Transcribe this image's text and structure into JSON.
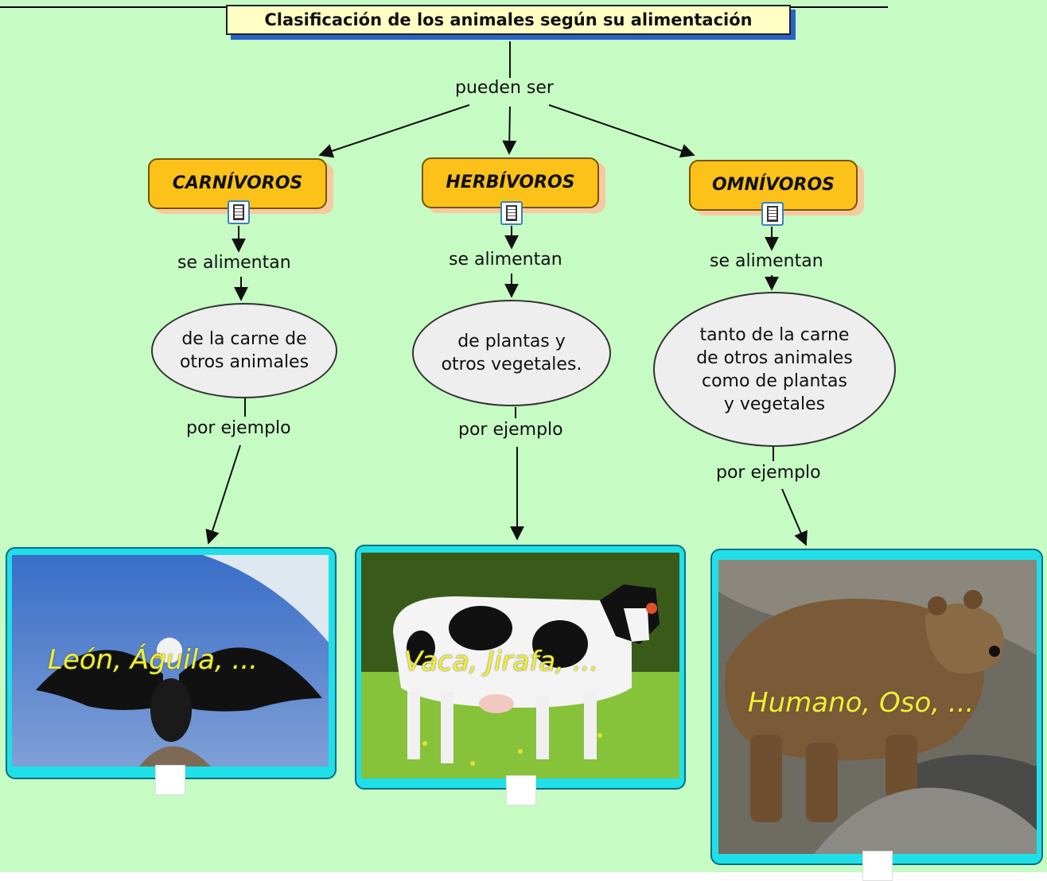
{
  "title": "Clasificación de los animales según su alimentación",
  "link_labels": {
    "root": "pueden ser",
    "feed": "se alimentan",
    "example": "por ejemplo"
  },
  "categories": [
    {
      "name": "CARNÍVOROS",
      "diet": "de la carne de\notros animales",
      "examples": "León, Águila, ..."
    },
    {
      "name": "HERBÍVOROS",
      "diet": "de plantas y\notros vegetales.",
      "examples": "Vaca, Jirafa, ..."
    },
    {
      "name": "OMNÍVOROS",
      "diet": "tanto de la carne\nde otros animales\ncomo de plantas\ny vegetales",
      "examples": "Humano, Oso, ..."
    }
  ],
  "icons": {
    "document": "document-icon",
    "photos": [
      "eagle-photo",
      "cow-photo",
      "bear-photo"
    ]
  },
  "colors": {
    "background": "#c6fbc4",
    "title_fill": "#ffffc4",
    "category_fill": "#fcc21a",
    "ellipse_fill": "#eeeeee",
    "frame": "#1fe0e8",
    "caption": "#f0f02c"
  }
}
